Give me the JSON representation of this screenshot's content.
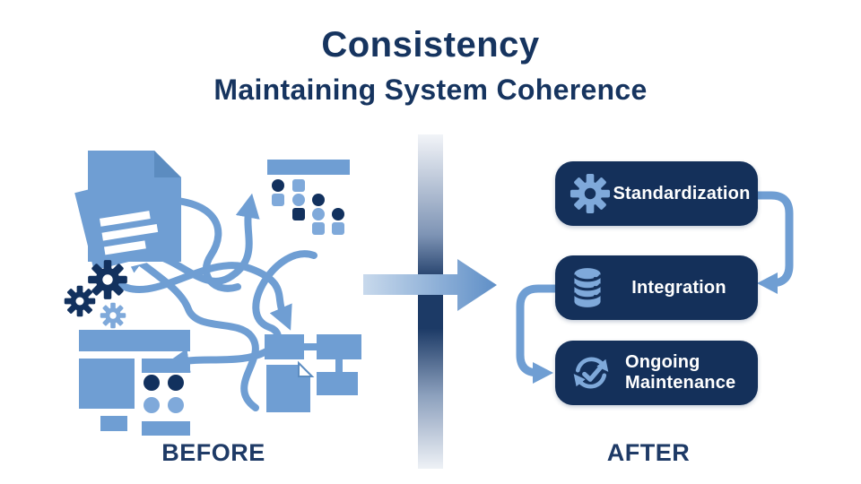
{
  "header": {
    "title": "Consistency",
    "subtitle": "Maintaining System Coherence"
  },
  "before_panel": {
    "label": "BEFORE",
    "icons": [
      "document-stack-icon",
      "data-table-icon",
      "gears-icon",
      "dashboard-icon",
      "flowchart-icon",
      "tangled-arrows"
    ]
  },
  "after_panel": {
    "label": "AFTER",
    "steps": [
      {
        "icon": "gear-icon",
        "label": "Standardization"
      },
      {
        "icon": "database-icon",
        "label": "Integration"
      },
      {
        "icon": "sync-check-icon",
        "label": "Ongoing Maintenance"
      }
    ]
  },
  "colors": {
    "navy_box": "#14305A",
    "navy_text": "#16345F",
    "blue_mid": "#6F9ED3",
    "blue_light": "#7FA9DA",
    "divider_dark": "#1C3A66",
    "background": "#FFFFFF"
  }
}
